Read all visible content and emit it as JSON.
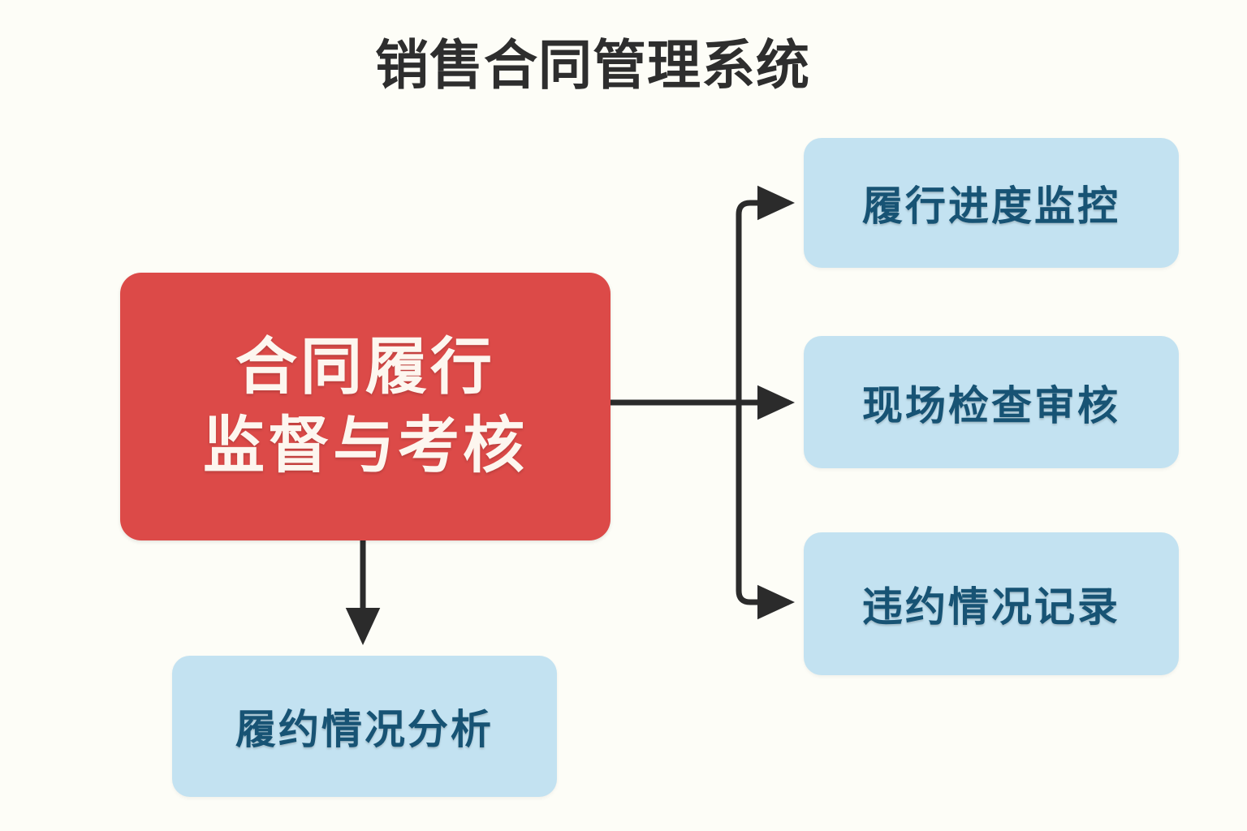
{
  "page": {
    "title": "销售合同管理系统",
    "background_color": "#fdfdf7"
  },
  "diagram": {
    "type": "mind-map",
    "root": {
      "line1": "合同履行",
      "line2": "监督与考核",
      "fill_color": "#dc4a48",
      "text_color": "#fdf6ef"
    },
    "branch_color": "#2b2b2b",
    "nodes": [
      {
        "id": "leaf-0",
        "label": "履行进度监控",
        "fill_color": "#c3e2f1",
        "text_color": "#175374",
        "direction": "right"
      },
      {
        "id": "leaf-1",
        "label": "现场检查审核",
        "fill_color": "#c3e2f1",
        "text_color": "#175374",
        "direction": "right"
      },
      {
        "id": "leaf-2",
        "label": "违约情况记录",
        "fill_color": "#c3e2f1",
        "text_color": "#175374",
        "direction": "right"
      },
      {
        "id": "leaf-3",
        "label": "履约情况分析",
        "fill_color": "#c3e2f1",
        "text_color": "#175374",
        "direction": "down"
      }
    ]
  }
}
